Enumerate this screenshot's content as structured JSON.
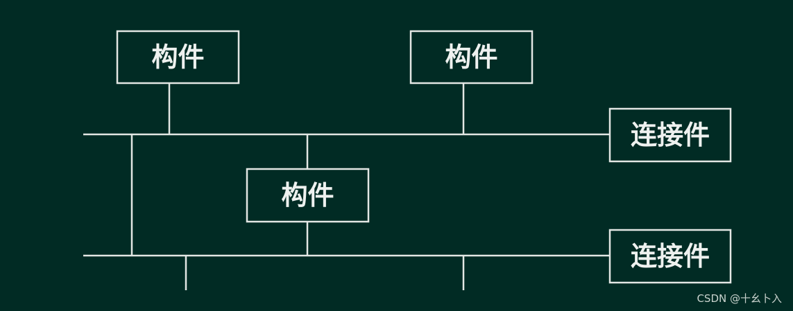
{
  "nodes": {
    "component_top_left": {
      "label": "构件"
    },
    "component_top_right": {
      "label": "构件"
    },
    "component_middle": {
      "label": "构件"
    },
    "connector_top": {
      "label": "连接件"
    },
    "connector_bottom": {
      "label": "连接件"
    }
  },
  "watermark": "CSDN @十幺卜入",
  "colors": {
    "background": "#012b24",
    "stroke": "#e3e7e4",
    "text": "#eef1ef"
  }
}
